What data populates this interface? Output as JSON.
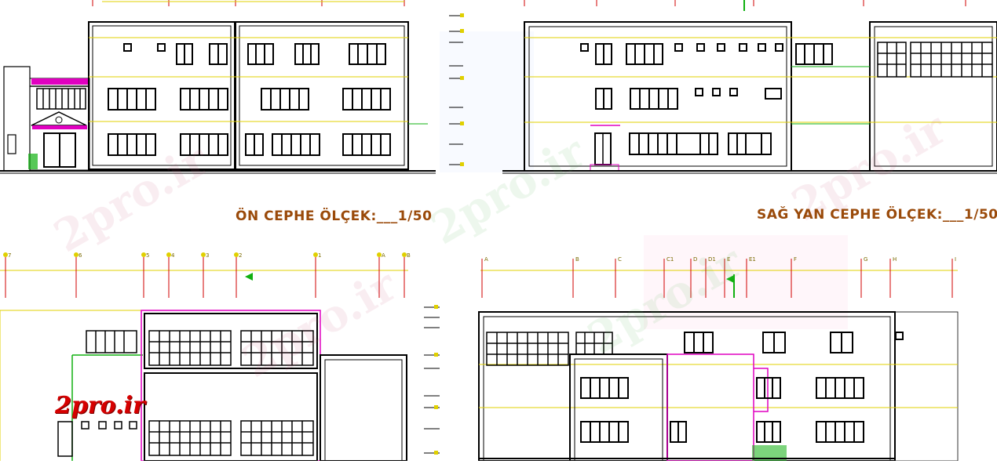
{
  "captions": {
    "front": "ÖN CEPHE ÖLÇEK:___1/50",
    "right": "SAĞ YAN CEPHE ÖLÇEK:___1/50"
  },
  "watermark": "2pro.ir",
  "logo": "2pro.ir",
  "axis_labels": {
    "bottom_left": [
      "7",
      "6",
      "5",
      "4",
      "3",
      "2",
      "1",
      "A",
      "B"
    ],
    "bottom_right": [
      "A",
      "B",
      "C",
      "C1",
      "D",
      "D1",
      "E",
      "E1",
      "F",
      "G",
      "H",
      "I"
    ]
  },
  "colors": {
    "line": "#000000",
    "yellow": "#e0d000",
    "magenta": "#e000c0",
    "green": "#10b010",
    "red": "#d00000",
    "caption": "#9a4a0a"
  }
}
